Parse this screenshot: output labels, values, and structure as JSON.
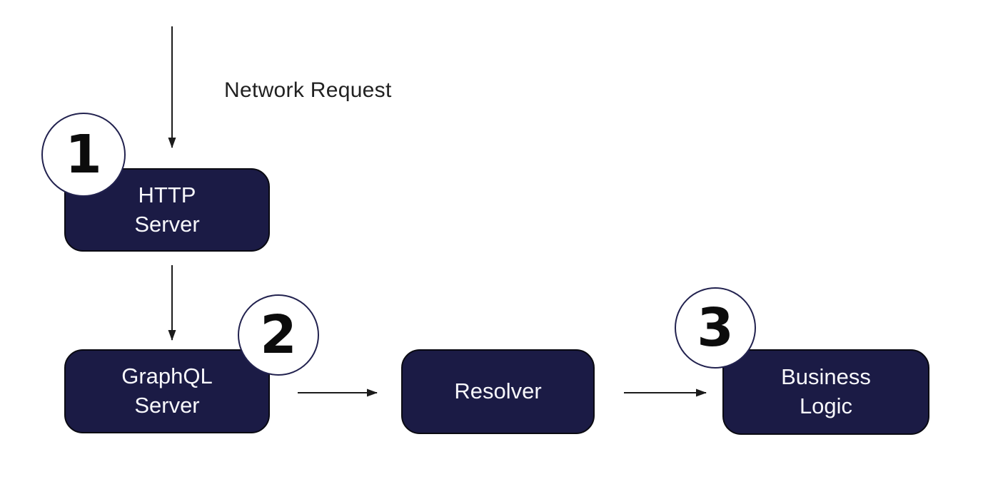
{
  "diagram": {
    "arrow_label": "Network Request",
    "nodes": {
      "http_server": {
        "label": "HTTP\nServer",
        "step": "1"
      },
      "graphql_server": {
        "label": "GraphQL\nServer",
        "step": "2"
      },
      "resolver": {
        "label": "Resolver"
      },
      "business_logic": {
        "label": "Business\nLogic",
        "step": "3"
      }
    },
    "colors": {
      "node_fill": "#1b1b45",
      "node_border": "#0a0a12",
      "node_text": "#f7f7fb",
      "circle_fill": "#ffffff",
      "circle_border": "#22224f",
      "step_text": "#0c0c0c",
      "arrow": "#1b1b1b",
      "label_text": "#212121",
      "background": "#ffffff"
    }
  }
}
